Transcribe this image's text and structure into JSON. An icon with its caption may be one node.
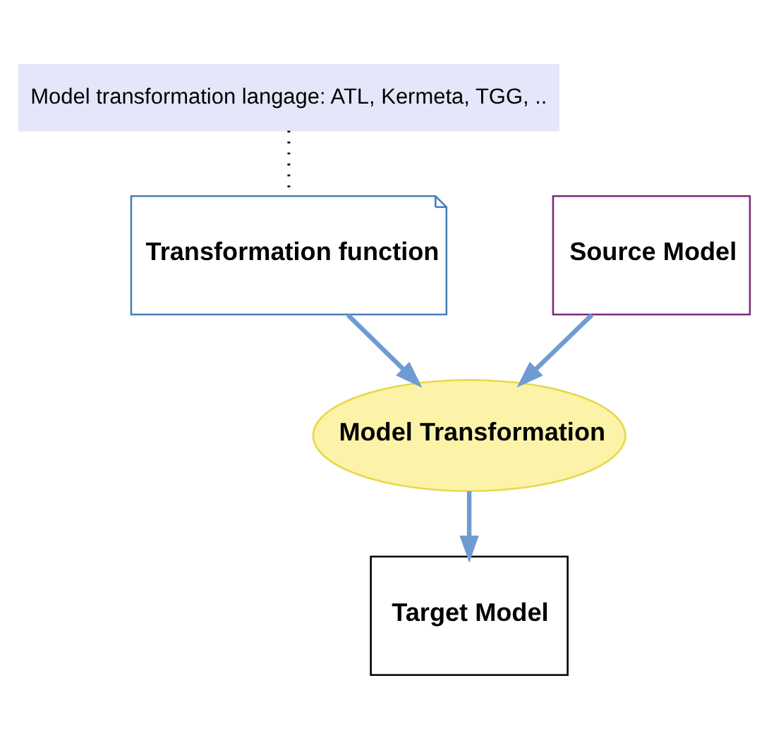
{
  "diagram": {
    "nodes": [
      {
        "text": [
          "Model transformation langage: ATL, Kermeta, TGG, .."
        ]
      },
      {
        "text": [
          "Transformation function"
        ]
      },
      {
        "text": [
          "Source Model"
        ]
      },
      {
        "text": [
          "Model Transformation"
        ]
      },
      {
        "text": [
          "Target Model"
        ]
      }
    ],
    "edges": [
      {
        "from": 0,
        "to": 1,
        "arrow": "none",
        "style": "dashed",
        "color": "#000000"
      },
      {
        "from": 1,
        "to": 3,
        "arrow": "to"
      },
      {
        "from": 2,
        "to": 3,
        "arrow": "to"
      },
      {
        "from": 3,
        "to": 4,
        "arrow": "to"
      }
    ]
  }
}
